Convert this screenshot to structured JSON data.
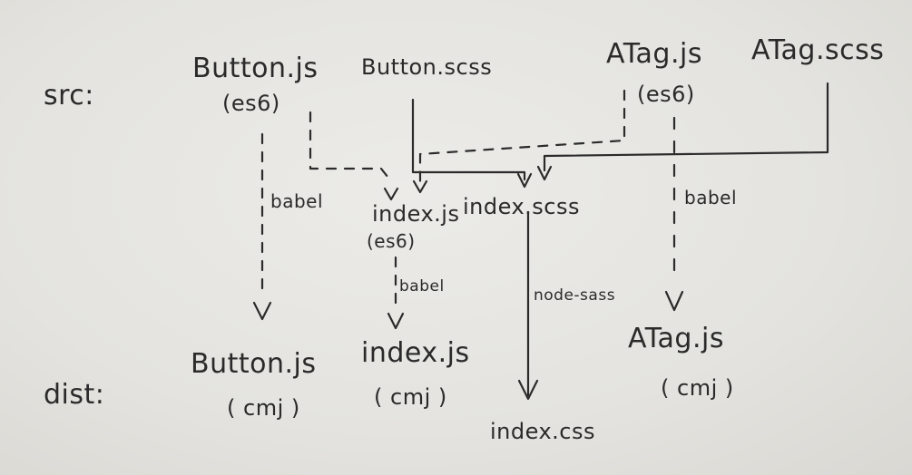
{
  "rows": {
    "src_label": "src:",
    "dist_label": "dist:"
  },
  "src": {
    "button_js": "Button.js",
    "button_js_note": "(es6)",
    "button_scss": "Button.scss",
    "atag_js": "ATag.js",
    "atag_js_note": "(es6)",
    "atag_scss": "ATag.scss"
  },
  "middle": {
    "index_js": "index.js",
    "index_js_note": "(es6)",
    "index_scss": "index.scss"
  },
  "edges": {
    "babel_left": "babel",
    "babel_middle": "babel",
    "babel_right": "babel",
    "node_sass": "node-sass"
  },
  "dist": {
    "button_js": "Button.js",
    "button_js_note": "( cmj )",
    "index_js": "index.js",
    "index_js_note": "( cmj )",
    "index_css": "index.css",
    "atag_js": "ATag.js",
    "atag_js_note": "( cmj )"
  }
}
